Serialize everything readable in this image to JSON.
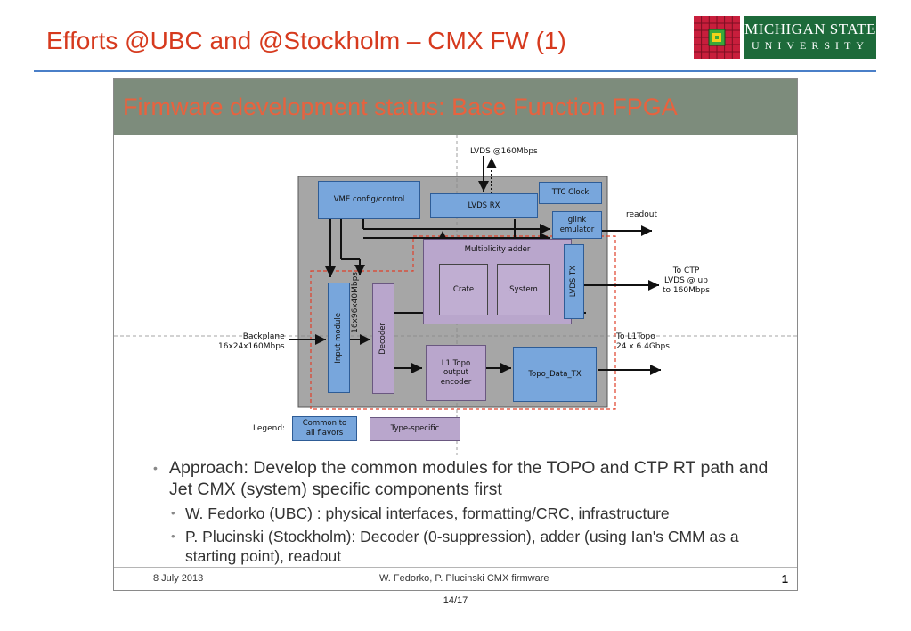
{
  "page": {
    "title": "Efforts @UBC and @Stockholm – CMX FW (1)",
    "page_number": "14/17"
  },
  "logo": {
    "line1": "MICHIGAN STATE",
    "line2": "UNIVERSITY"
  },
  "slide": {
    "title": "Firmware development status: Base Function FPGA",
    "footer": {
      "date": "8 July 2013",
      "authors": "W. Fedorko, P. Plucinski CMX firmware",
      "slide_number": "1"
    }
  },
  "diagram": {
    "lvds_in": "LVDS @160Mbps",
    "vme": "VME config/control",
    "lvds_rx": "LVDS RX",
    "ttc_clock": "TTC Clock",
    "glink": "glink emulator",
    "readout": "readout",
    "multiplicity": "Multiplicity adder",
    "crate": "Crate",
    "system": "System",
    "lvds_tx": "LVDS TX",
    "to_ctp": "To CTP\nLVDS @ up\nto 160Mbps",
    "input_module": "Input module",
    "bus_width": "16x96x40Mbps",
    "decoder": "Decoder",
    "backplane": "Backplane\n16x24x160Mbps",
    "l1topo_encoder": "L1 Topo\noutput\nencoder",
    "topo_data_tx": "Topo_Data_TX",
    "to_l1topo": "To L1Topo\n24 x 6.4Gbps",
    "legend_label": "Legend:",
    "legend_common": "Common to\nall flavors",
    "legend_type": "Type-specific"
  },
  "bullets": [
    {
      "text": "Approach: Develop the common modules for the TOPO and CTP RT path and Jet CMX (system) specific components first",
      "children": [
        "W. Fedorko (UBC) : physical interfaces, formatting/CRC, infrastructure",
        "P. Plucinski (Stockholm): Decoder (0-suppression), adder (using Ian's CMM as a starting point), readout"
      ]
    }
  ],
  "colors": {
    "title_red": "#d63a1e",
    "rule_blue": "#4a7fc8",
    "msu_green": "#1d6a3a",
    "slide_header": "#7d8c7c",
    "slide_title": "#e8623e",
    "block_blue": "#78a6dc",
    "block_purple": "#b9a6cc",
    "fpga_gray": "#a6a6a6",
    "dashed_red": "#e0402a"
  }
}
